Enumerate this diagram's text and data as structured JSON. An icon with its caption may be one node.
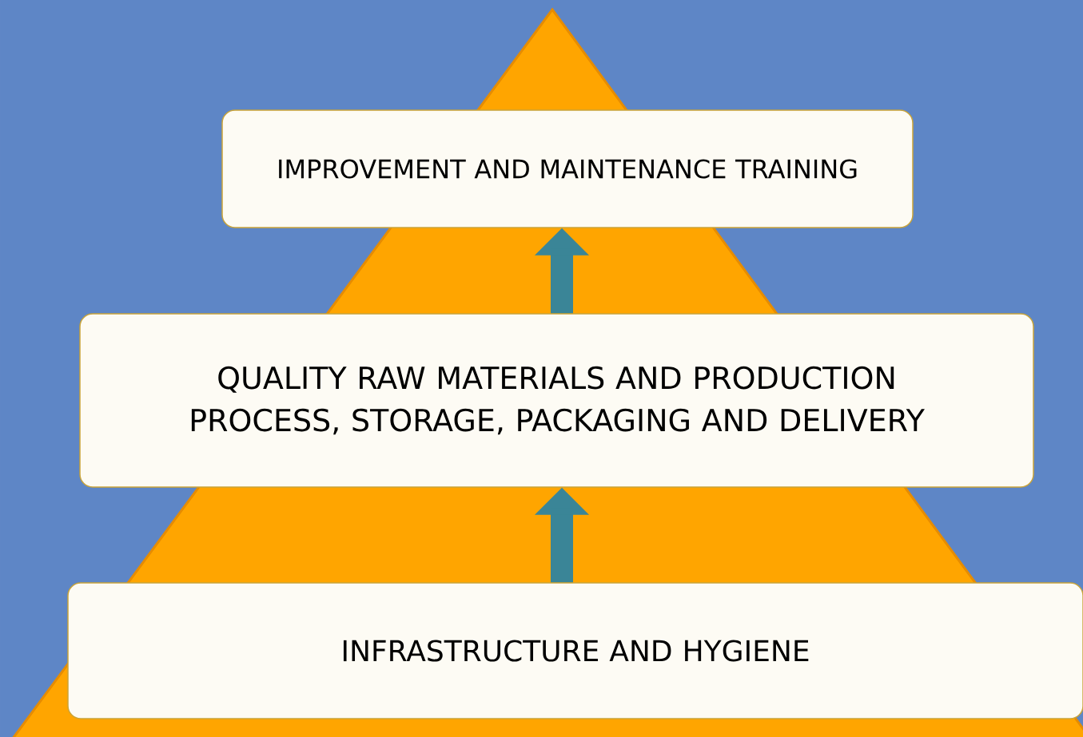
{
  "diagram": {
    "nodes": [
      {
        "text": [
          "IMPROVEMENT AND MAINTENANCE TRAINING"
        ]
      },
      {
        "text": [
          "QUALITY RAW MATERIALS AND PRODUCTION PROCESS, STORAGE, PACKAGING  AND DELIVERY"
        ]
      },
      {
        "text": [
          "INFRASTRUCTURE AND HYGIENE"
        ]
      }
    ],
    "edges": [
      {
        "from": 2,
        "to": 1,
        "arrow": "to"
      },
      {
        "from": 1,
        "to": 0,
        "arrow": "to"
      }
    ]
  }
}
